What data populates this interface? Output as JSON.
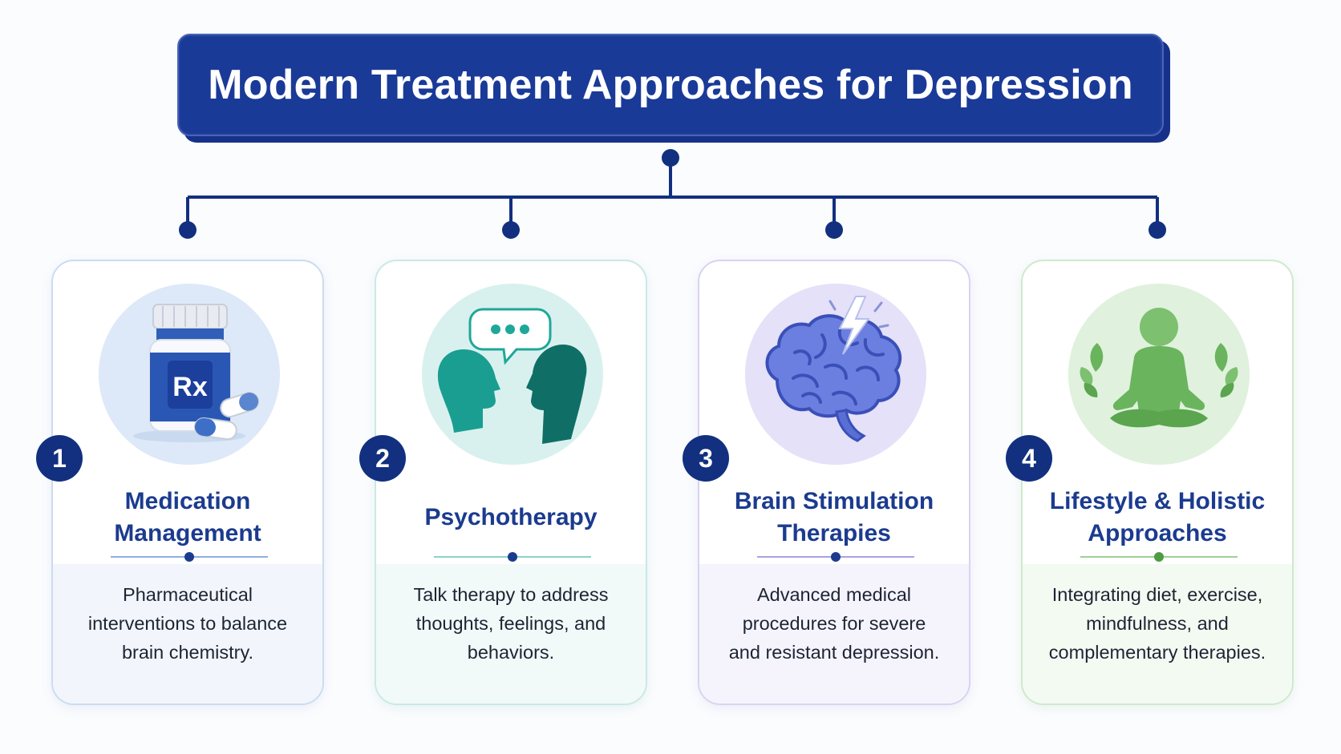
{
  "title": "Modern Treatment Approaches for Depression",
  "colors": {
    "title_bg": "#1a3a98",
    "connector": "#12307f",
    "badge_bg": "#12307f"
  },
  "cards": [
    {
      "number": "1",
      "title_line1": "Medication",
      "title_line2": "Management",
      "desc_line1": "Pharmaceutical",
      "desc_line2": "interventions to balance",
      "desc_line3": "brain chemistry.",
      "icon": "pill-bottle-icon",
      "accent": "#1b3b8f",
      "border": "#cbdcf0",
      "tint": "#f2f6fc"
    },
    {
      "number": "2",
      "title_line1": "Psychotherapy",
      "title_line2": "",
      "desc_line1": "Talk therapy to address",
      "desc_line2": "thoughts, feelings, and",
      "desc_line3": "behaviors.",
      "icon": "conversation-heads-icon",
      "accent": "#1b3b8f",
      "border": "#c9e9e6",
      "tint": "#f1faf9"
    },
    {
      "number": "3",
      "title_line1": "Brain Stimulation",
      "title_line2": "Therapies",
      "desc_line1": "Advanced medical",
      "desc_line2": "procedures for severe",
      "desc_line3": "and resistant depression.",
      "icon": "brain-lightning-icon",
      "accent": "#1b3b8f",
      "border": "#d8d3f2",
      "tint": "#f5f4fd"
    },
    {
      "number": "4",
      "title_line1": "Lifestyle & Holistic",
      "title_line2": "Approaches",
      "desc_line1": "Integrating diet, exercise,",
      "desc_line2": "mindfulness, and",
      "desc_line3": "complementary therapies.",
      "icon": "meditation-person-icon",
      "accent": "#1b3b8f",
      "border": "#cfe9cd",
      "tint": "#f3faf2"
    }
  ]
}
